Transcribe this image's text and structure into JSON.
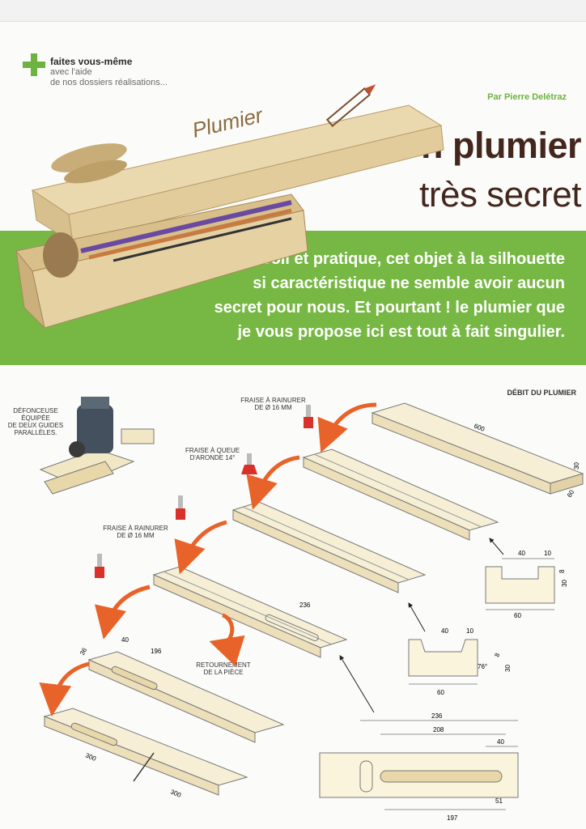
{
  "header": {
    "plus_icon": "plus-icon",
    "tagline_bold": "faites vous-même",
    "tagline_line2": "avec l'aide",
    "tagline_line3": "de nos dossiers réalisations...",
    "author": "Par Pierre Delétraz",
    "title_line1": "Un plumier",
    "title_line2": "très secret",
    "box_engraving": "Plumier"
  },
  "intro": {
    "line1": "Joli et pratique, cet objet à la silhouette",
    "line2": "si caractéristique ne semble avoir aucun",
    "line3": "secret pour nous. Et pourtant ! le plumier que",
    "line4": "je vous propose ici est tout à fait singulier."
  },
  "diagram": {
    "section_title": "DÉBIT DU PLUMIER",
    "router_label": [
      "DÉFONCEUSE",
      "ÉQUIPÉE",
      "DE DEUX GUIDES",
      "PARALLÈLES."
    ],
    "bit1_label": [
      "FRAISE À RAINURER",
      "DE Ø 16 MM"
    ],
    "bit2_label": [
      "FRAISE À QUEUE",
      "D'ARONDE 14°"
    ],
    "bit3_label": [
      "FRAISE À RAINURER",
      "DE Ø 16 MM"
    ],
    "turn_label": [
      "RETOURNEMENT",
      "DE LA PIÈCE"
    ],
    "dims": {
      "board_len": "600",
      "board_h": "30",
      "board_w": "60",
      "cut_236": "236",
      "cut_196": "196",
      "cut_40": "40",
      "cut_36": "36",
      "split_a": "300",
      "split_b": "300",
      "sec1_top": "40",
      "sec1_right": "10",
      "sec1_w": "60",
      "sec1_h": "30",
      "sec1_depth": "8",
      "sec2_top": "40",
      "sec2_right": "10",
      "sec2_w": "60",
      "sec2_h": "30",
      "sec2_depth": "8",
      "sec2_angle": "76°",
      "plan_236": "236",
      "plan_208": "208",
      "plan_40": "40",
      "plan_51": "51",
      "plan_197": "197"
    }
  }
}
